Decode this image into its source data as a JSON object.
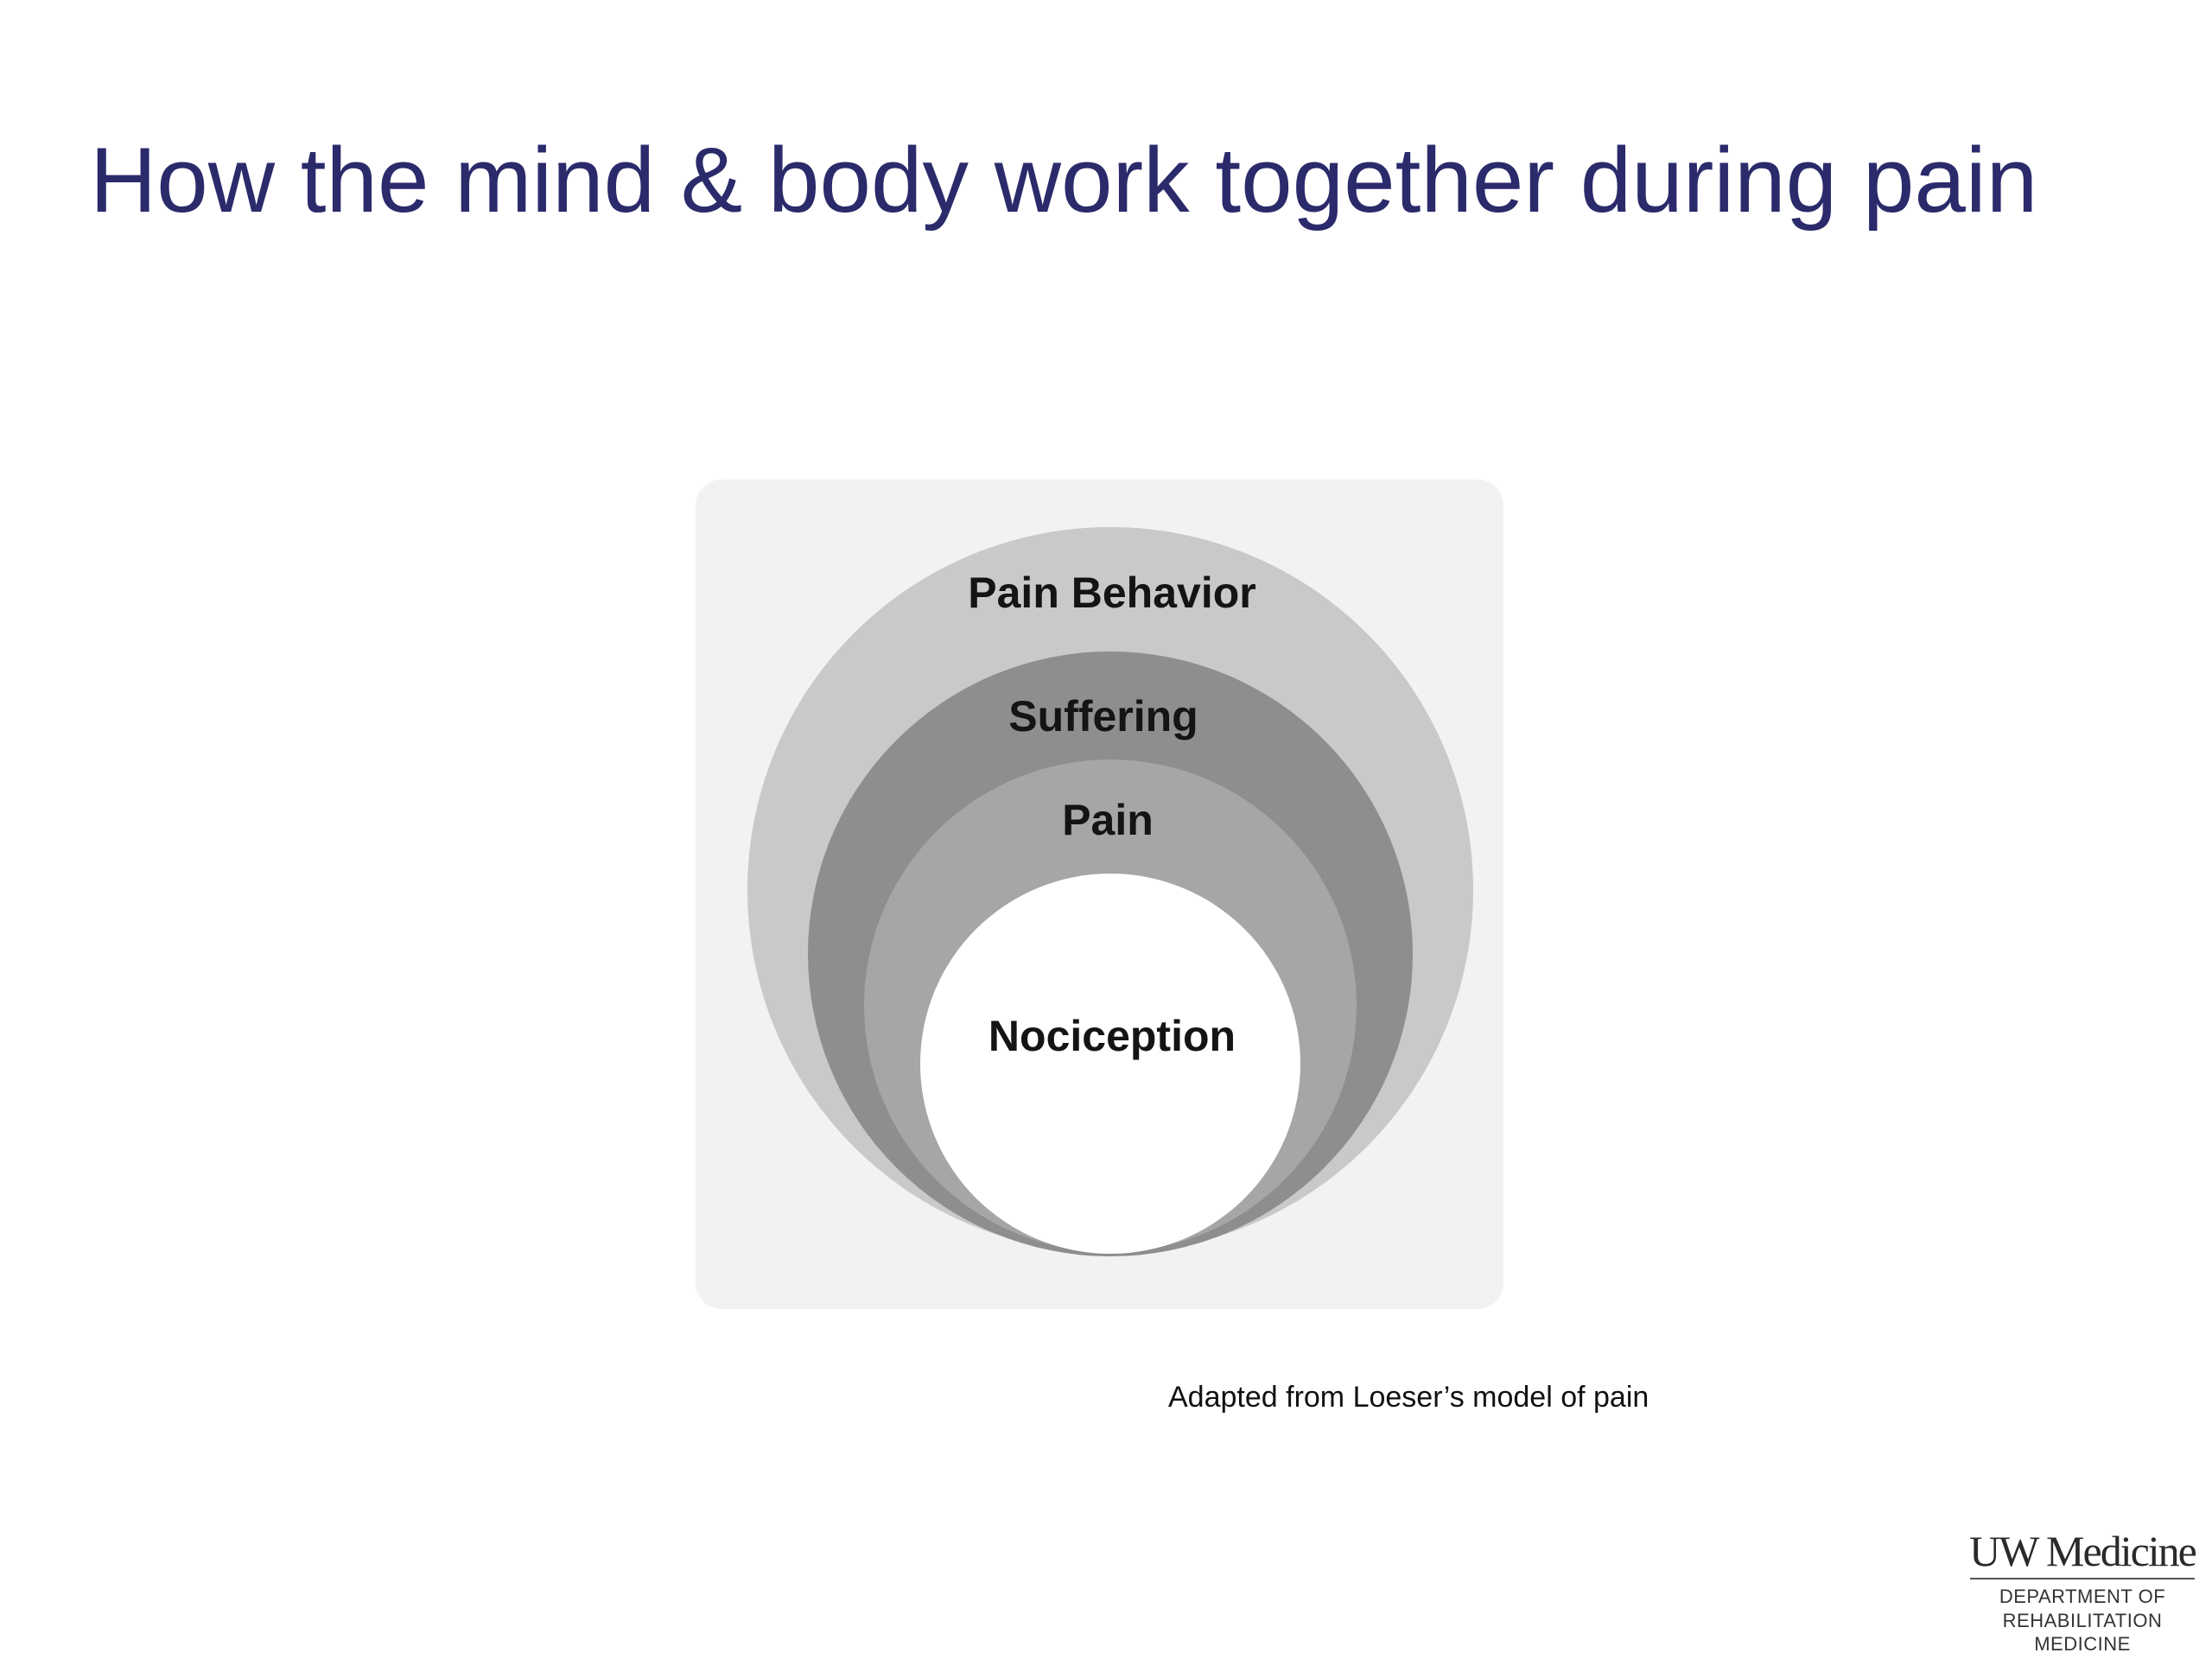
{
  "slide": {
    "title": "How the mind & body work together during pain",
    "caption": "Adapted from Loeser’s model of pain"
  },
  "diagram": {
    "type": "nested-circles",
    "layers": [
      {
        "label": "Pain Behavior",
        "color": "#c8c9c8"
      },
      {
        "label": "Suffering",
        "color": "#8e8d90"
      },
      {
        "label": "Pain",
        "color": "#a5a6a5"
      },
      {
        "label": "Nociception",
        "color": "#ffffff"
      }
    ],
    "background_color": "#f1f2f1"
  },
  "logo": {
    "wordmark": "UW Medicine",
    "dept_line1": "DEPARTMENT OF",
    "dept_line2": "REHABILITATION MEDICINE"
  },
  "colors": {
    "title": "#2b2a6b"
  }
}
